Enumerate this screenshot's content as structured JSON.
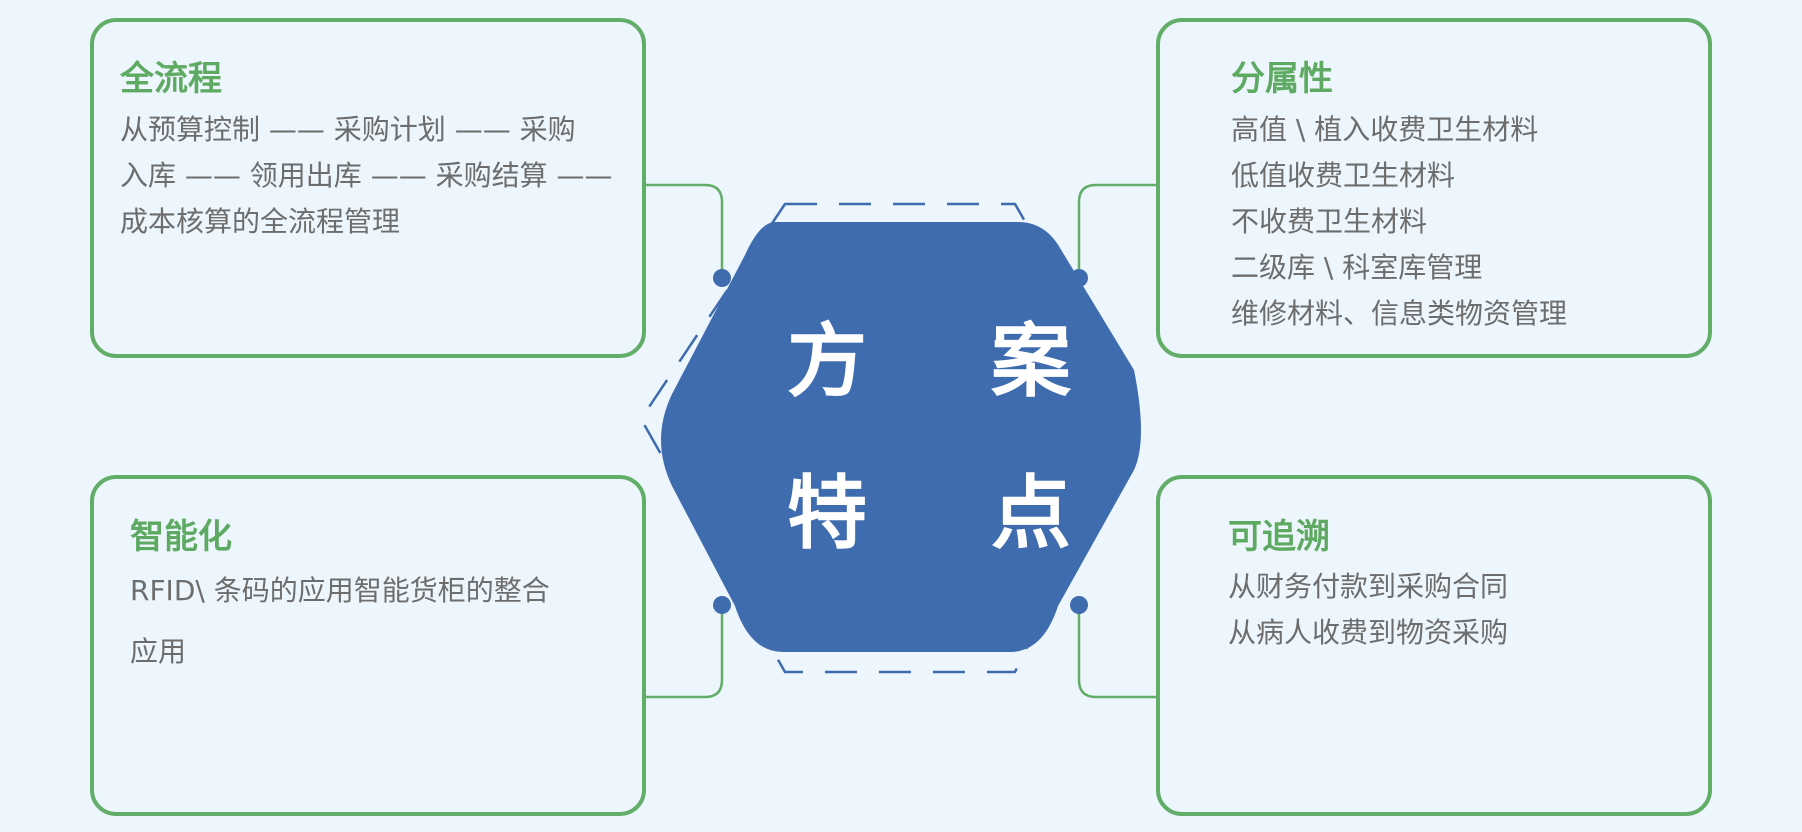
{
  "center": {
    "line1": "方 案",
    "line2": "特 点"
  },
  "cards": {
    "top_left": {
      "title": "全流程",
      "lines": [
        "从预算控制 —— 采购计划 —— 采购",
        "入库 —— 领用出库 —— 采购结算 ——",
        "成本核算的全流程管理"
      ]
    },
    "top_right": {
      "title": "分属性",
      "lines": [
        "高值 \\ 植入收费卫生材料",
        "低值收费卫生材料",
        "不收费卫生材料",
        "二级库 \\ 科室库管理",
        "维修材料、信息类物资管理"
      ]
    },
    "bottom_left": {
      "title": "智能化",
      "lines": [
        "RFID\\ 条码的应用智能货柜的整合",
        "应用"
      ]
    },
    "bottom_right": {
      "title": "可追溯",
      "lines": [
        "从财务付款到采购合同",
        "从病人收费到物资采购"
      ]
    }
  },
  "colors": {
    "background": "#ecf6fc",
    "card_border": "#62ad68",
    "title": "#5faa63",
    "body_text": "#6d6d6d",
    "hexagon": "#3f6baf"
  }
}
